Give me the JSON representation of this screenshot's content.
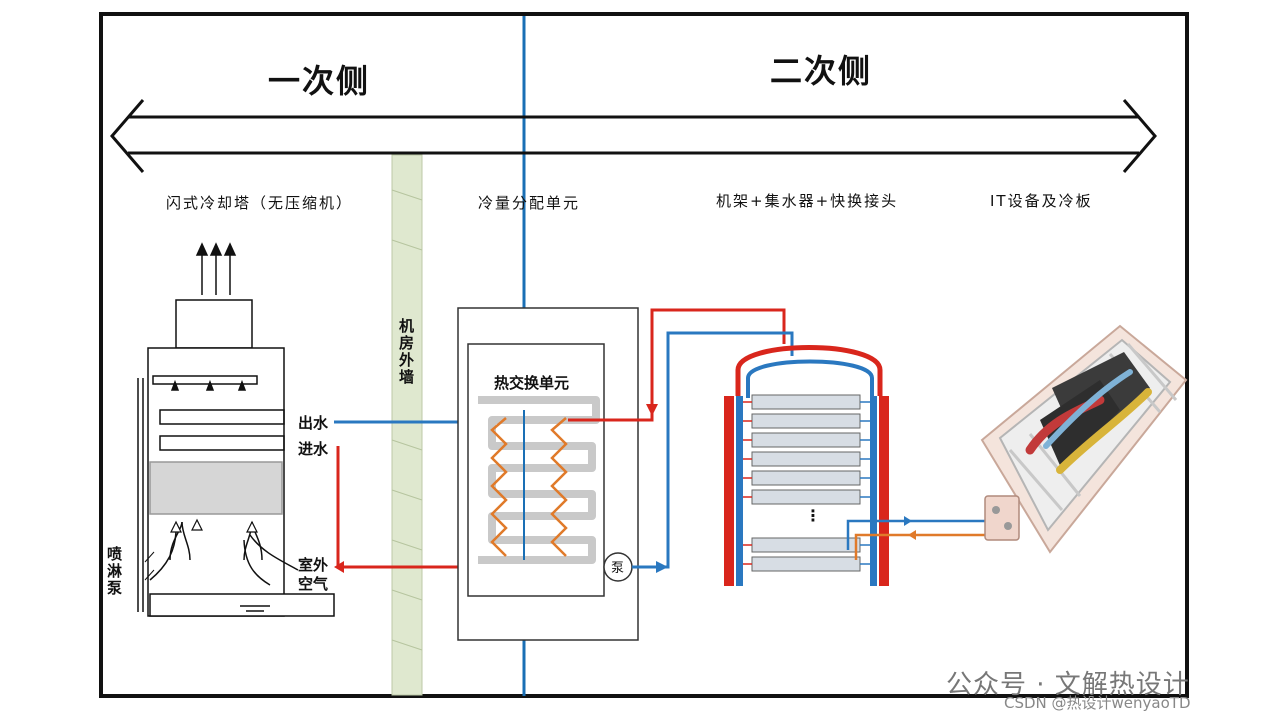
{
  "sides": {
    "primary": "一次侧",
    "secondary": "二次侧"
  },
  "sections": {
    "cooling_tower": "闪式冷却塔（无压缩机）",
    "cdu": "冷量分配单元",
    "rack": "机架+集水器+快换接头",
    "it": "IT设备及冷板"
  },
  "labels": {
    "wall": "机房外墙",
    "outlet": "出水",
    "inlet": "进水",
    "spray_pump": "喷淋泵",
    "outdoor_air": "室外空气",
    "heat_exchanger": "热交换单元",
    "pump": "泵",
    "rack_dots": "⋮"
  },
  "watermark": {
    "main": "公众号 · 文解热设计",
    "sub": "CSDN @热设计wenyaoTD"
  },
  "colors": {
    "hot": "#d9261c",
    "cold": "#2a78c0",
    "hx_zigzag": "#e07a2a",
    "divider": "#1a6fb5"
  }
}
